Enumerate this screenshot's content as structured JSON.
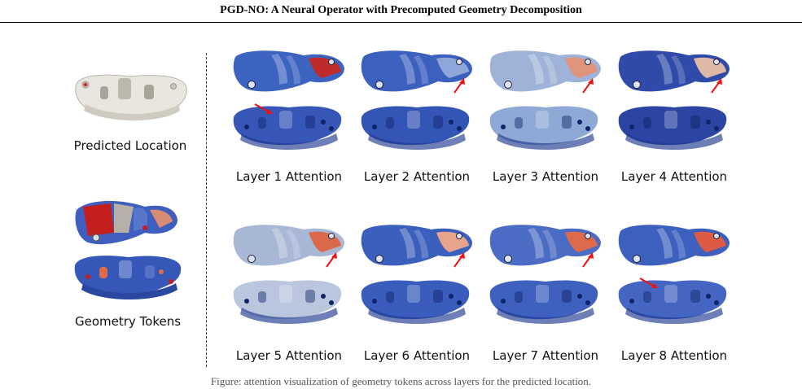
{
  "header": {
    "title": "PGD-NO: A Neural Operator with Precomputed Geometry Decomposition"
  },
  "left": {
    "predicted_location_label": "Predicted Location",
    "geometry_tokens_label": "Geometry Tokens"
  },
  "layers": [
    {
      "label": "Layer 1 Attention",
      "top_tint": "#3d63c0",
      "bottom_tint": "#3656b8",
      "hot": "#c02a2a",
      "arrow": "bottom"
    },
    {
      "label": "Layer 2 Attention",
      "top_tint": "#3b60be",
      "bottom_tint": "#3355b6",
      "hot": "#8fa7d8",
      "arrow": "top"
    },
    {
      "label": "Layer 3 Attention",
      "top_tint": "#9fb3d8",
      "bottom_tint": "#8fa9d6",
      "hot": "#e0937a",
      "arrow": "top"
    },
    {
      "label": "Layer 4 Attention",
      "top_tint": "#2f4aa8",
      "bottom_tint": "#2c45a2",
      "hot": "#e0b8a8",
      "arrow": "top"
    },
    {
      "label": "Layer 5 Attention",
      "top_tint": "#a8b7d6",
      "bottom_tint": "#b9c6de",
      "hot": "#d9694a",
      "arrow": "top"
    },
    {
      "label": "Layer 6 Attention",
      "top_tint": "#3b5fbd",
      "bottom_tint": "#3a5cbc",
      "hot": "#e7a48a",
      "arrow": "top"
    },
    {
      "label": "Layer 7 Attention",
      "top_tint": "#4b6cc4",
      "bottom_tint": "#3e60bf",
      "hot": "#dd6b4b",
      "arrow": "top"
    },
    {
      "label": "Layer 8 Attention",
      "top_tint": "#3d60be",
      "bottom_tint": "#4466c2",
      "hot": "#dc5b44",
      "arrow": "bottom"
    }
  ],
  "footer": {
    "text": "Figure: attention visualization of geometry tokens across layers for the predicted location."
  }
}
